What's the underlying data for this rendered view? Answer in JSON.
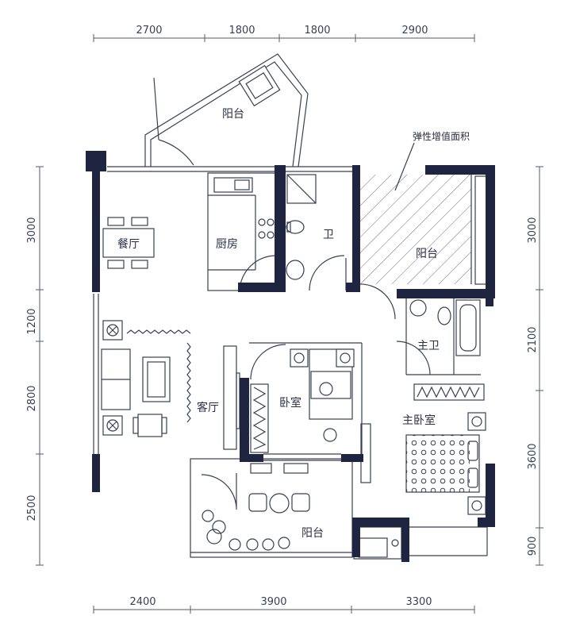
{
  "dimensions": {
    "top": [
      "2700",
      "1800",
      "1800",
      "2900"
    ],
    "bottom": [
      "2400",
      "3900",
      "3300"
    ],
    "left": [
      "3000",
      "1200",
      "2800",
      "2500"
    ],
    "right": [
      "3000",
      "2100",
      "3600",
      "900"
    ]
  },
  "rooms": {
    "balcony_top": "阳台",
    "dining": "餐厅",
    "kitchen": "厨房",
    "bathroom": "卫",
    "balcony_right": "阳台",
    "master_bath": "主卫",
    "living": "客厅",
    "bedroom": "卧室",
    "master_bedroom": "主卧室",
    "balcony_bottom": "阳台"
  },
  "annotation": "弹性增值面积",
  "colors": {
    "wall": "#1f2540",
    "line": "#3a3f55"
  }
}
